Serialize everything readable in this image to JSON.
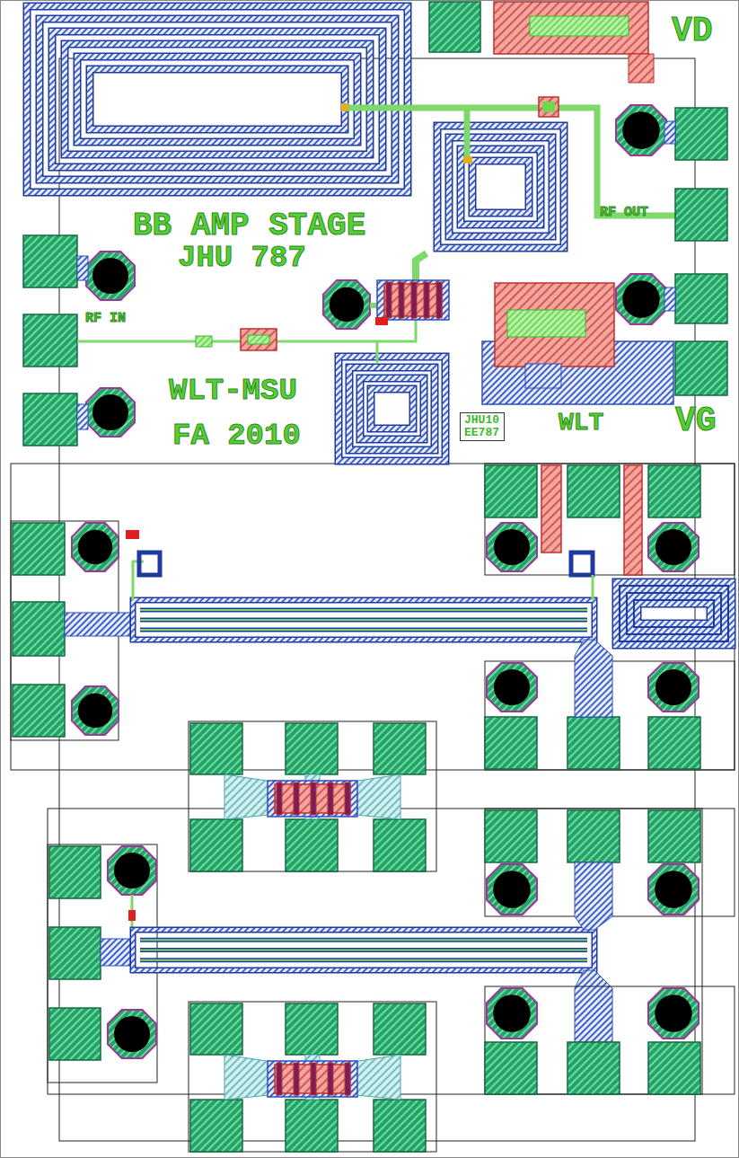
{
  "diagram": {
    "nodes": [
      {
        "text": [
          "JHU10",
          "EE787"
        ]
      }
    ],
    "labels": [
      "VD",
      "RF OUT",
      "BB AMP STAGE",
      "JHU 787",
      "RF IN",
      "WLT-MSU",
      "FA 2010",
      "VG",
      "WLT"
    ]
  }
}
